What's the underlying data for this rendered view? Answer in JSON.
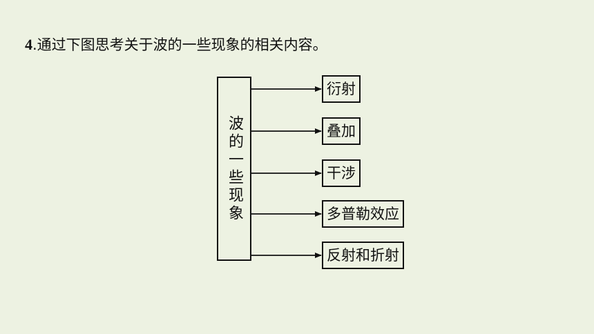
{
  "question": {
    "number": "4",
    "text": ".通过下图思考关于波的一些现象的相关内容。"
  },
  "diagram": {
    "root": "波的一些现象",
    "children": [
      "衍射",
      "叠加",
      "干涉",
      "多普勒效应",
      "反射和折射"
    ]
  }
}
